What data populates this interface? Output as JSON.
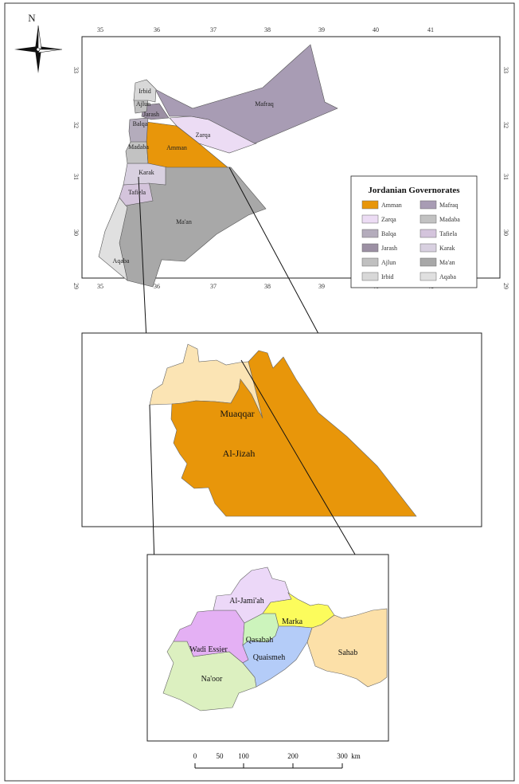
{
  "north_label": "N",
  "top_map": {
    "x_ticks": [
      "35",
      "36",
      "37",
      "38",
      "39",
      "40",
      "41"
    ],
    "y_ticks": [
      "33",
      "32",
      "31",
      "30",
      "29"
    ],
    "region_labels": {
      "irbid": "Irbid",
      "ajlun": "Ajlun",
      "jarash": "Jarash",
      "balqa": "Balqa",
      "mafraq": "Mafraq",
      "zarqa": "Zarqa",
      "madaba": "Madaba",
      "amman": "Amman",
      "karak": "Karak",
      "tafiela": "Tafiela",
      "maan": "Ma'an",
      "aqaba": "Aqaba"
    },
    "legend": {
      "title": "Jordanian Governorates",
      "items": [
        {
          "label": "Amman",
          "color": "#e8960a"
        },
        {
          "label": "Mafraq",
          "color": "#a89cb4"
        },
        {
          "label": "Zarqa",
          "color": "#ecdcf4"
        },
        {
          "label": "Madaba",
          "color": "#c2c2c2"
        },
        {
          "label": "Balqa",
          "color": "#b4acbc"
        },
        {
          "label": "Tafiela",
          "color": "#d4c4dc"
        },
        {
          "label": "Jarash",
          "color": "#9c90a4"
        },
        {
          "label": "Karak",
          "color": "#d8d0e0"
        },
        {
          "label": "Ajlun",
          "color": "#c0c0c0"
        },
        {
          "label": "Ma'an",
          "color": "#a8a8a8"
        },
        {
          "label": "Irbid",
          "color": "#d8d8d8"
        },
        {
          "label": "Aqaba",
          "color": "#e0e0e0"
        }
      ]
    }
  },
  "middle_map": {
    "labels": {
      "muaqqar": "Muaqqar",
      "aljizah": "Al-Jizah"
    },
    "colors": {
      "muaqqar": "#fbe4b4",
      "aljizah": "#e8960a"
    }
  },
  "bottom_map": {
    "labels": {
      "aljamiah": "Al-Jami'ah",
      "marka": "Marka",
      "qasabah": "Qasabah",
      "wadiessier": "Wadi Essier",
      "sahab": "Sahab",
      "quaismeh": "Quaismeh",
      "naoor": "Na'oor"
    },
    "colors": {
      "aljamiah": "#ecd8f8",
      "marka": "#fcfc5c",
      "qasabah": "#ccf4bc",
      "wadiessier": "#e4b0f4",
      "sahab": "#fce0a8",
      "quaismeh": "#b4ccf8",
      "naoor": "#dcf0c0"
    }
  },
  "scale_bar": {
    "labels": [
      "0",
      "50",
      "100",
      "200",
      "300"
    ],
    "unit": "km"
  }
}
